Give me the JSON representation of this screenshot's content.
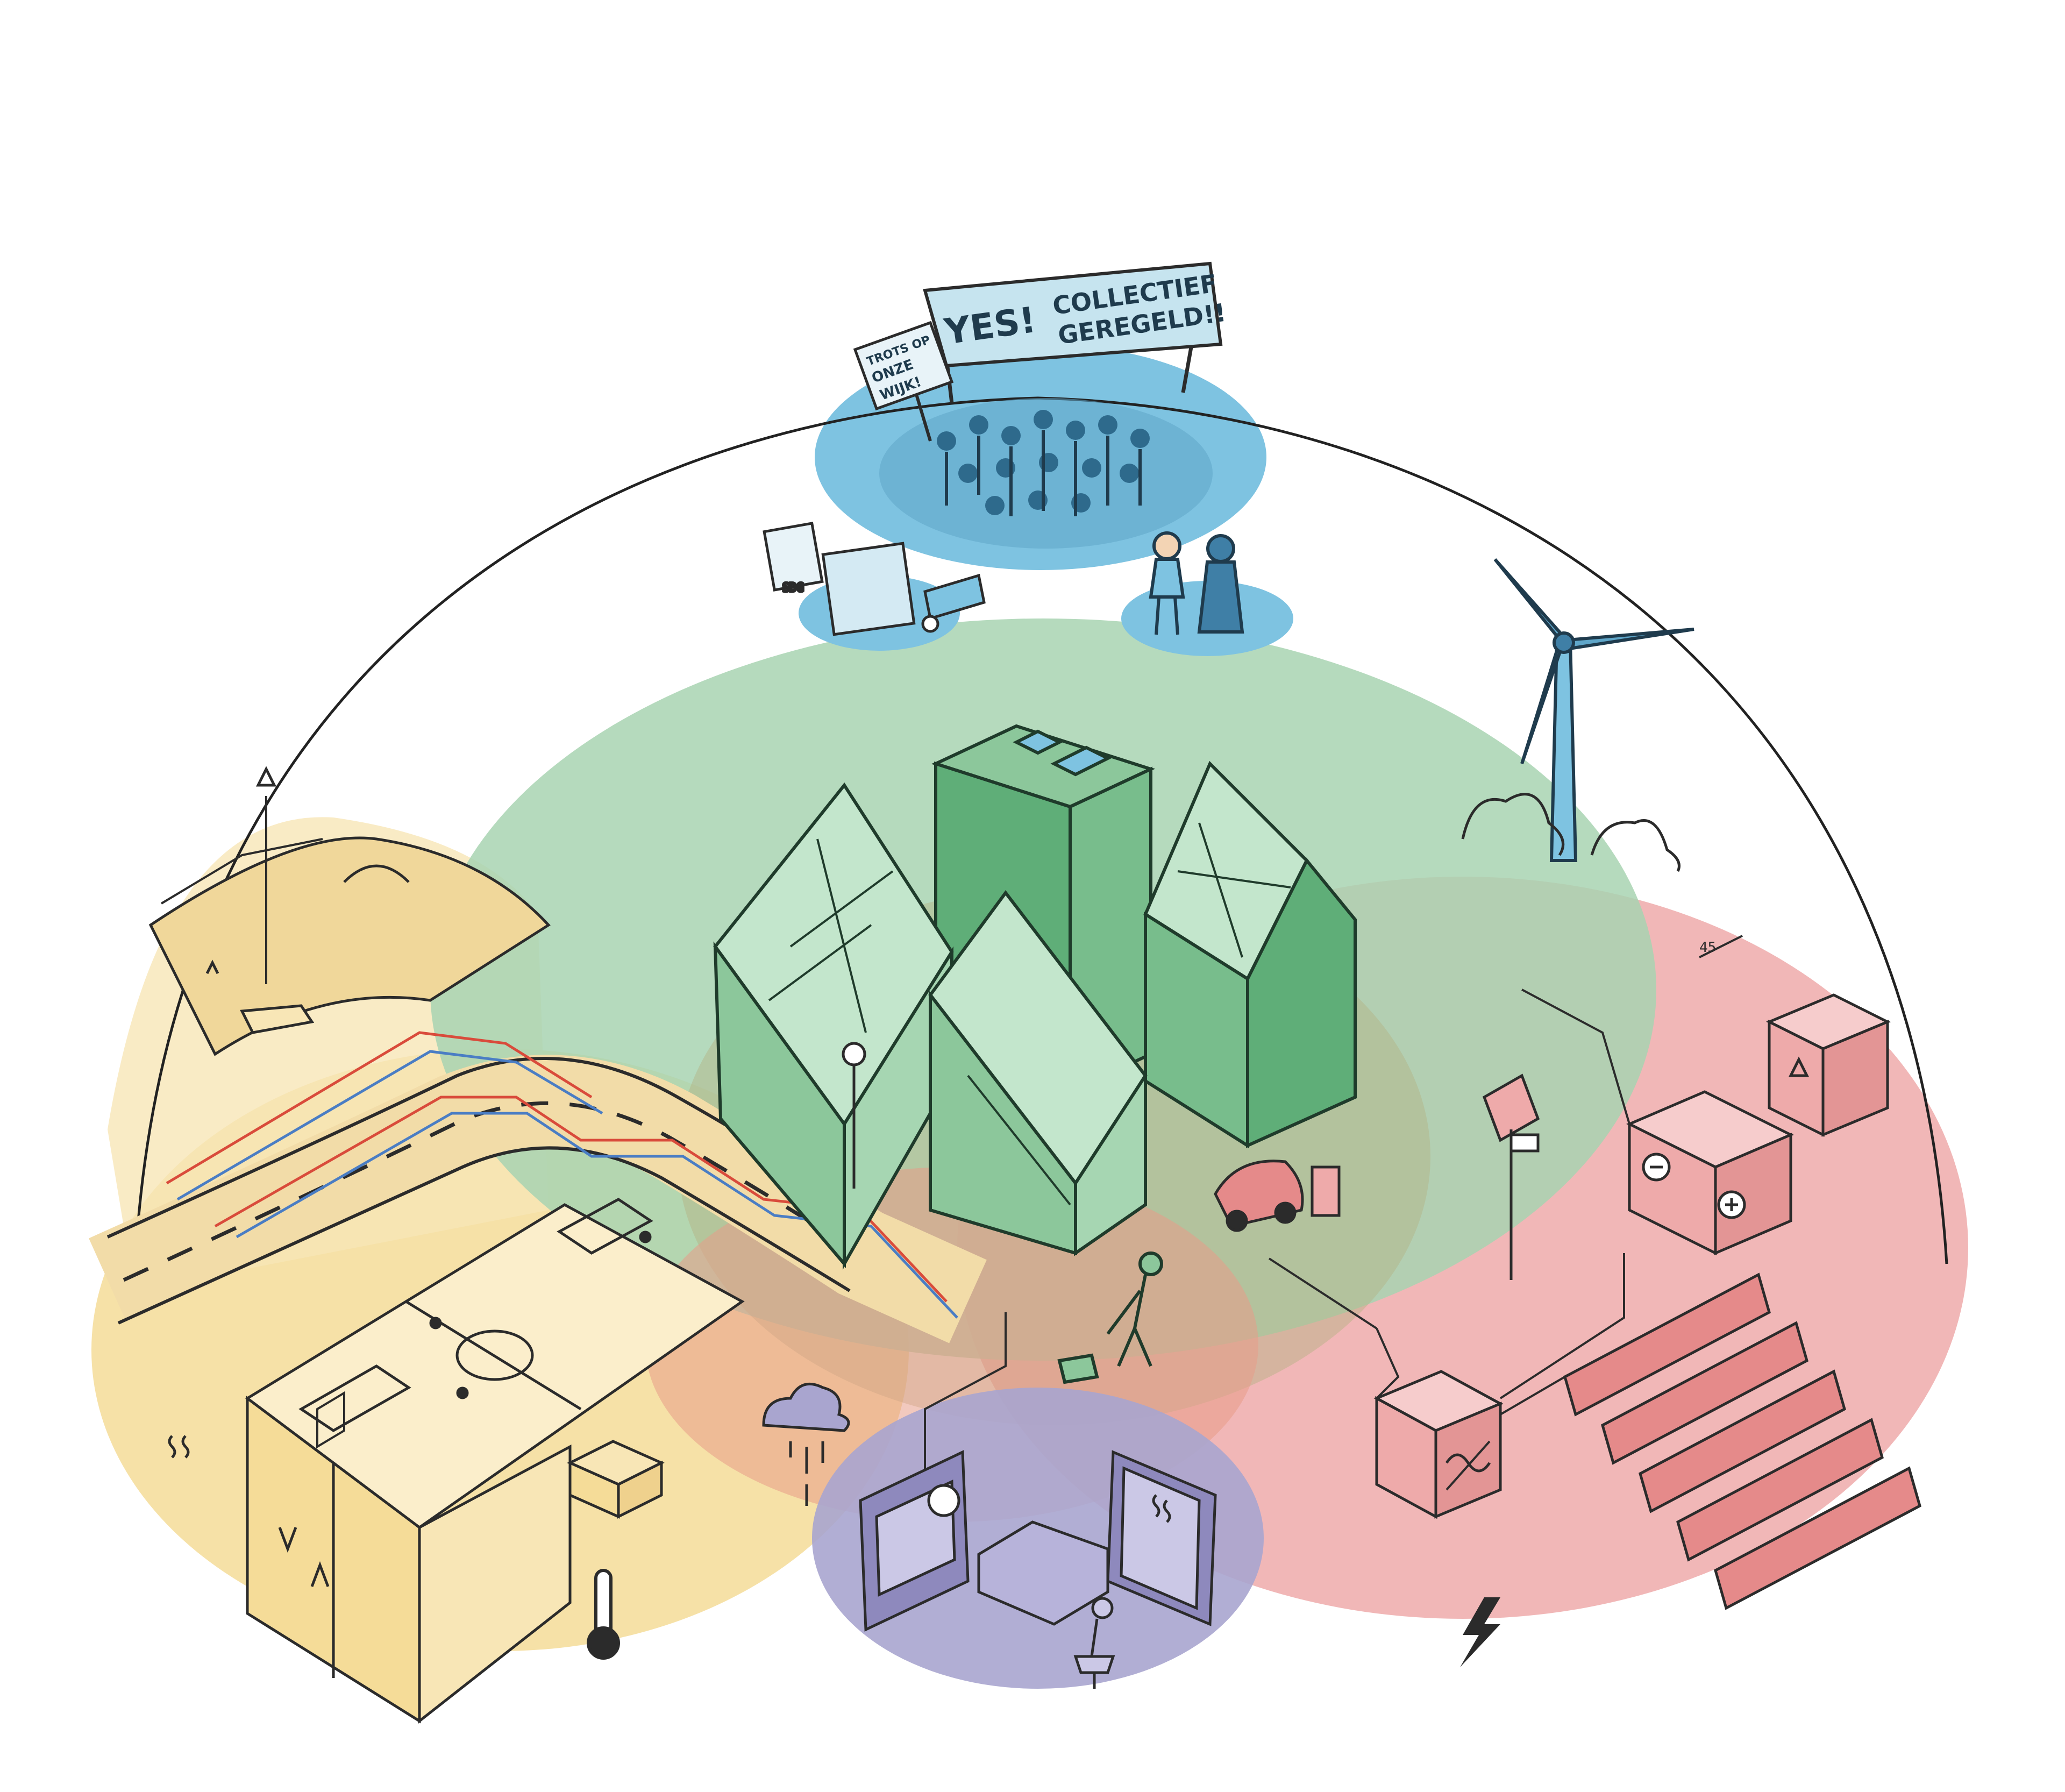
{
  "banner": {
    "line1": "YES!",
    "line2": "COLLECTIEF",
    "line3": "GEREGELD!!"
  },
  "protest_sign": {
    "line1": "TROTS OP",
    "line2": "ONZE",
    "line3": "WIJK!"
  },
  "document_label": "SDG",
  "meter_label": "45",
  "zone_colors": {
    "community": "#7ec3e1",
    "housing": "#a8d3b2",
    "energy": "#eeaaaa",
    "heat": "#f5dc98",
    "control": "#a9a5cf"
  },
  "icons": [
    "wind-turbine-icon",
    "thermometer-icon",
    "lightning-icon",
    "rain-cloud-icon",
    "street-lamp-icon",
    "solar-panel-icon",
    "battery-icon",
    "clock-icon",
    "heat-waves-icon"
  ]
}
